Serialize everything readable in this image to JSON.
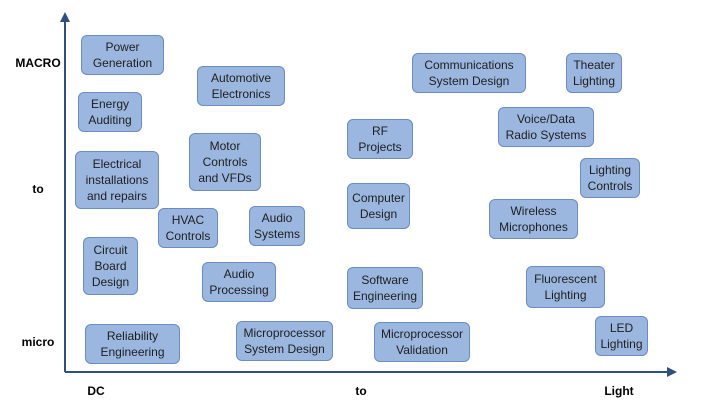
{
  "axes": {
    "y_top": "MACRO",
    "y_mid": "to",
    "y_bottom": "micro",
    "x_left": "DC",
    "x_mid": "to",
    "x_right": "Light"
  },
  "boxes": {
    "power_generation": "Power\nGeneration",
    "energy_auditing": "Energy\nAuditing",
    "electrical_installations": "Electrical\ninstallations\nand repairs",
    "circuit_board_design": "Circuit\nBoard\nDesign",
    "reliability_engineering": "Reliability\nEngineering",
    "automotive_electronics": "Automotive\nElectronics",
    "motor_controls": "Motor\nControls\nand VFDs",
    "hvac_controls": "HVAC\nControls",
    "audio_systems": "Audio\nSystems",
    "audio_processing": "Audio\nProcessing",
    "microprocessor_system_design": "Microprocessor\nSystem Design",
    "communications_system_design": "Communications\nSystem Design",
    "rf_projects": "RF\nProjects",
    "computer_design": "Computer\nDesign",
    "software_engineering": "Software\nEngineering",
    "microprocessor_validation": "Microprocessor\nValidation",
    "theater_lighting": "Theater\nLighting",
    "voice_data_radio": "Voice/Data\nRadio Systems",
    "lighting_controls": "Lighting\nControls",
    "wireless_microphones": "Wireless\nMicrophones",
    "fluorescent_lighting": "Fluorescent\nLighting",
    "led_lighting": "LED\nLighting"
  },
  "colors": {
    "box_fill": "#9bb7e0",
    "box_border": "#6b8cbf",
    "axis": "#2f4f7f"
  }
}
